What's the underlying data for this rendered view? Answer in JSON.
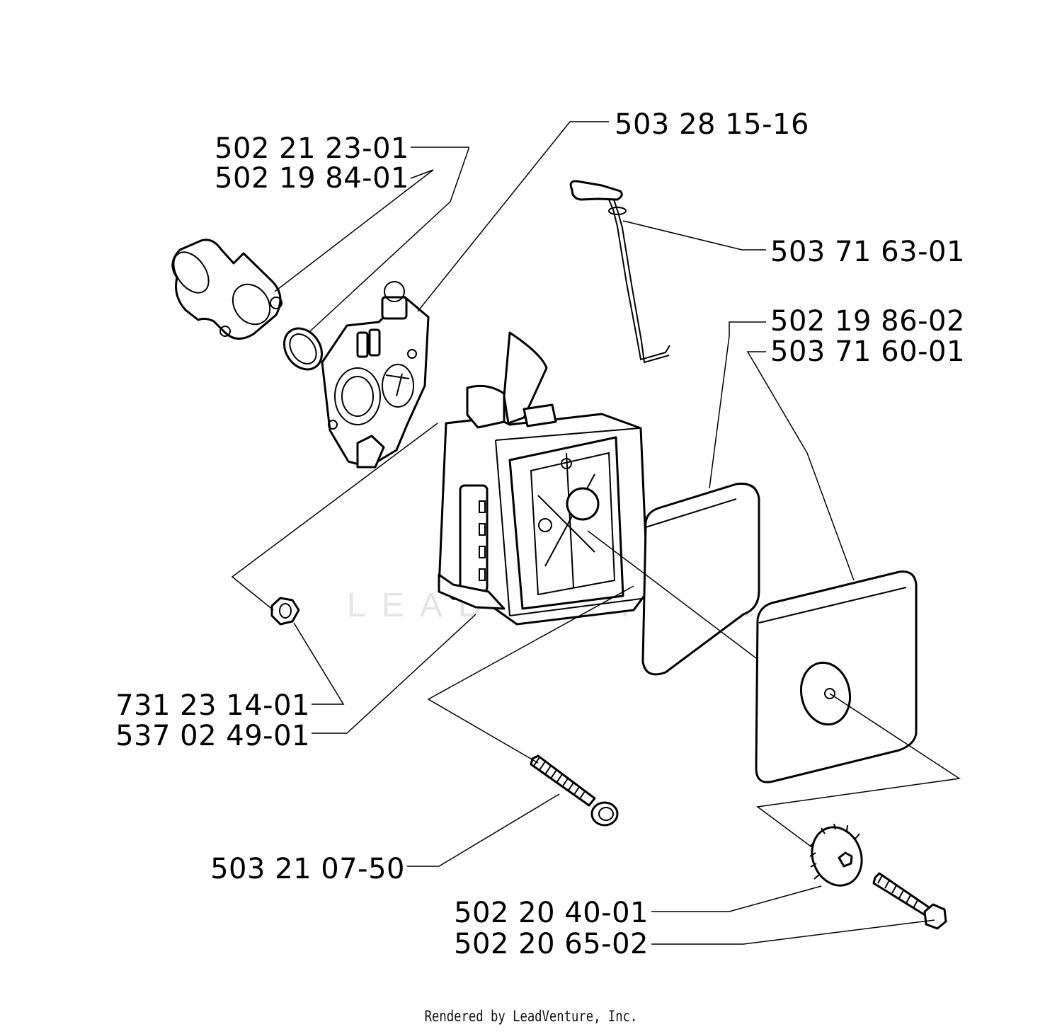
{
  "watermark": "LEADVENTURE",
  "footer": "Rendered by LeadVenture, Inc.",
  "parts": {
    "p_502_21_23_01": "502 21 23-01",
    "p_502_19_84_01": "502 19 84-01",
    "p_503_28_15_16": "503 28 15-16",
    "p_503_71_63_01": "503 71 63-01",
    "p_502_19_86_02": "502 19 86-02",
    "p_503_71_60_01": "503 71 60-01",
    "p_731_23_14_01": "731 23 14-01",
    "p_537_02_49_01": "537 02 49-01",
    "p_503_21_07_50": "503 21 07-50",
    "p_502_20_40_01": "502 20 40-01",
    "p_502_20_65_02": "502 20 65-02"
  }
}
